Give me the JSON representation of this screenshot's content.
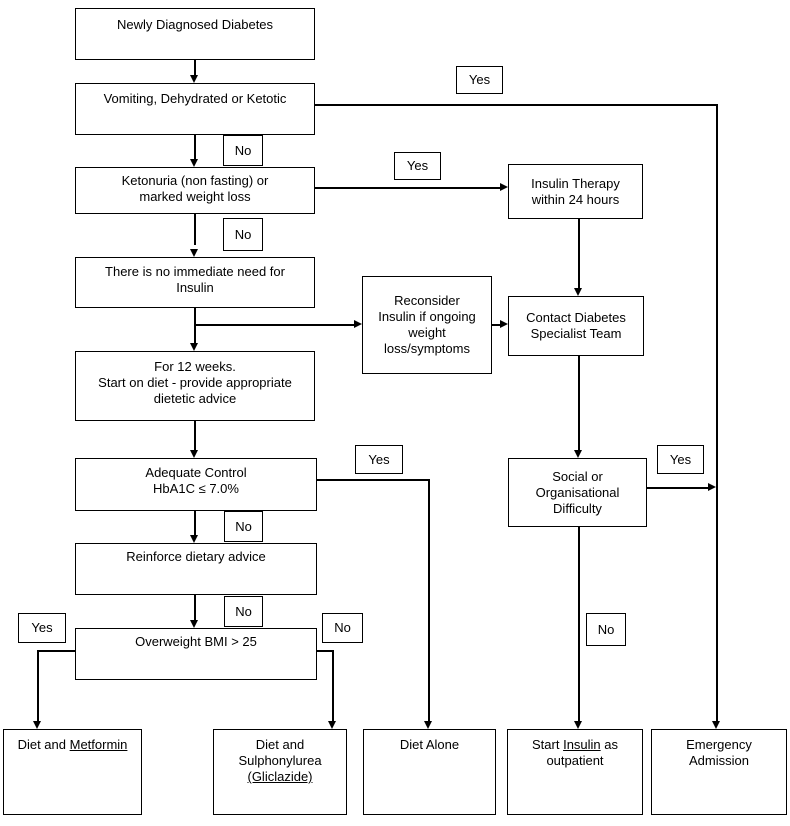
{
  "labels": {
    "yes": "Yes",
    "no": "No"
  },
  "boxes": {
    "newly_diagnosed": {
      "lines": [
        "Newly Diagnosed Diabetes"
      ]
    },
    "vomiting": {
      "lines": [
        "Vomiting, Dehydrated or Ketotic"
      ]
    },
    "ketonuria": {
      "lines": [
        "Ketonuria (non fasting) or",
        "marked weight loss"
      ]
    },
    "no_immediate_insulin": {
      "lines": [
        "There is no immediate need for",
        "Insulin"
      ]
    },
    "twelve_weeks": {
      "lines": [
        "For 12 weeks.",
        "Start on diet - provide appropriate",
        "dietetic advice"
      ]
    },
    "adequate_control": {
      "lines": [
        "Adequate Control",
        "HbA1C ≤ 7.0%"
      ]
    },
    "reinforce": {
      "lines": [
        "Reinforce dietary advice"
      ]
    },
    "overweight": {
      "lines": [
        "Overweight BMI > 25"
      ]
    },
    "insulin_therapy": {
      "lines": [
        "Insulin Therapy",
        "within 24 hours"
      ]
    },
    "contact_team": {
      "lines": [
        "Contact Diabetes",
        "Specialist Team"
      ]
    },
    "reconsider": {
      "lines": [
        "Reconsider",
        "Insulin if ongoing",
        "weight",
        "loss/symptoms"
      ]
    },
    "social_difficulty": {
      "lines": [
        "Social or",
        "Organisational",
        "Difficulty"
      ]
    },
    "diet_metformin": {
      "prefix": "Diet and ",
      "underlined": "Metformin"
    },
    "diet_sulphonylurea": {
      "lines": [
        "Diet and",
        "Sulphonylurea"
      ],
      "underlined": "(Gliclazide)"
    },
    "diet_alone": {
      "lines": [
        "Diet Alone"
      ]
    },
    "start_insulin": {
      "prefix": "Start ",
      "underlined": "Insulin",
      "suffix": " as",
      "line2": "outpatient"
    },
    "emergency": {
      "lines": [
        "Emergency",
        "Admission"
      ]
    }
  },
  "colors": {
    "line": "#000000",
    "background": "#ffffff",
    "text": "#000000"
  }
}
